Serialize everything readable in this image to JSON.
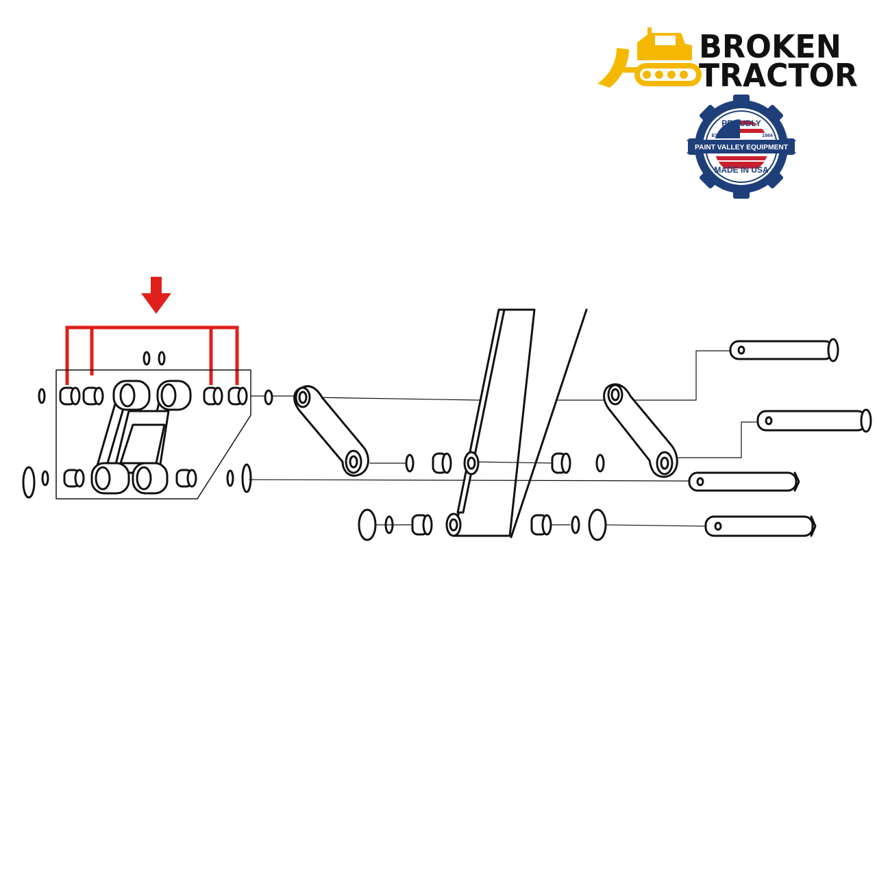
{
  "brand": {
    "line1": "BROKEN",
    "line2": "TRACTOR",
    "logo_color": "#F5B800",
    "text_color": "#111111"
  },
  "seal": {
    "top": "PROUDLY",
    "est": "EST.",
    "year": "1984",
    "banner": "PAINT VALLEY EQUIPMENT",
    "bottom": "MADE IN USA",
    "gear_color": "#1F3F7A",
    "flag_red": "#C8202F"
  },
  "highlight": {
    "color": "#E0201B",
    "arrow_icon": "arrow-down-icon"
  },
  "diagram": {
    "line_color": "#111111"
  }
}
